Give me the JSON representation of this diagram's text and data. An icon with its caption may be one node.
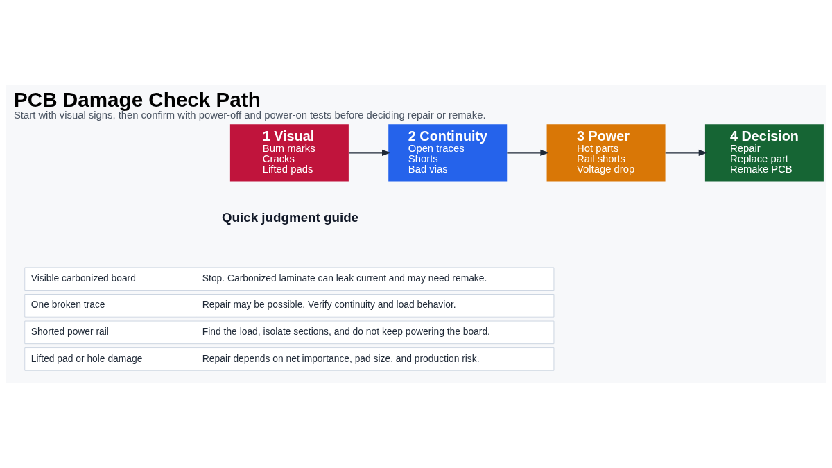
{
  "diagram": {
    "title": "PCB Damage Check Path",
    "caption": "Start with visual signs, then confirm with power-off and power-on tests before deciding repair or remake.",
    "nodes": [
      {
        "text": [
          "1 Visual",
          "Burn marks",
          "Cracks",
          "Lifted pads"
        ]
      },
      {
        "text": [
          "2 Continuity",
          "Open traces",
          "Shorts",
          "Bad vias"
        ]
      },
      {
        "text": [
          "3 Power",
          "Hot parts",
          "Rail shorts",
          "Voltage drop"
        ]
      },
      {
        "text": [
          "4 Decision",
          "Repair",
          "Replace part",
          "Remake PCB"
        ]
      }
    ],
    "edges": [
      {
        "from": 0,
        "to": 1,
        "arrow": "to"
      },
      {
        "from": 1,
        "to": 2,
        "arrow": "to"
      },
      {
        "from": 2,
        "to": 3,
        "arrow": "to"
      }
    ],
    "labels": [
      "Quick judgment guide",
      "Visible carbonized board",
      "Stop. Carbonized laminate can leak current and may need remake.",
      "One broken trace",
      "Repair may be possible. Verify continuity and load behavior.",
      "Shorted power rail",
      "Find the load, isolate sections, and do not keep powering the board.",
      "Lifted pad or hole damage",
      "Repair depends on net importance, pad size, and production risk."
    ]
  }
}
